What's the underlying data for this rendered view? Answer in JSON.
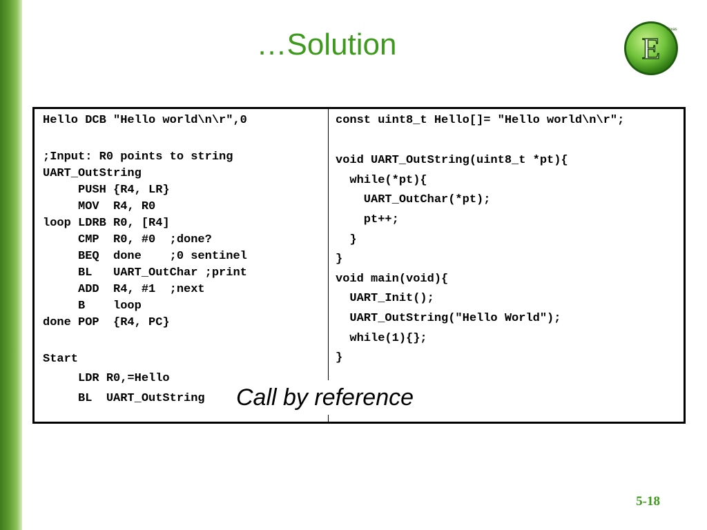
{
  "slide": {
    "title": "…Solution",
    "page_number": "5-18",
    "annotation": "Call by reference",
    "logo_letter": "E",
    "logo_text": "Texas"
  },
  "assembly": {
    "lines": [
      "Hello DCB \"Hello world\\n\\r\",0",
      ";Input: R0 points to string",
      "UART_OutString",
      "     PUSH {R4, LR}",
      "     MOV  R4, R0",
      "loop LDRB R0, [R4]",
      "     CMP  R0, #0  ;done?",
      "     BEQ  done    ;0 sentinel",
      "     BL   UART_OutChar ;print",
      "     ADD  R4, #1  ;next",
      "     B    loop",
      "done POP  {R4, PC}",
      "Start",
      "     LDR R0,=Hello",
      "     BL  UART_OutString"
    ]
  },
  "c_code": {
    "lines": [
      "const uint8_t Hello[]= \"Hello world\\n\\r\";",
      "void UART_OutString(uint8_t *pt){",
      "  while(*pt){",
      "    UART_OutChar(*pt);",
      "    pt++;",
      "  }",
      "}",
      "void main(void){",
      "  UART_Init();",
      "  UART_OutString(\"Hello World\");",
      "  while(1){};",
      "}"
    ]
  }
}
